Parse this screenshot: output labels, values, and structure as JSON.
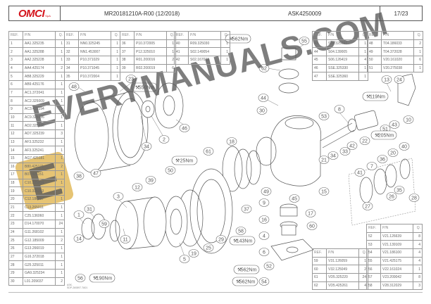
{
  "header": {
    "logo_text": "OMCI",
    "logo_suffix": "S.p.A.",
    "document_code": "MR20181210A-R00 (12/2018)",
    "kit_code": "ASK4250009",
    "page": "17/23"
  },
  "tables": [
    {
      "id": "t1",
      "columns": [
        "REF.",
        "P/N",
        "Q."
      ],
      "rows": [
        [
          "1",
          "AA1.325235",
          "1"
        ],
        [
          "2",
          "AA1.325288",
          "1"
        ],
        [
          "3",
          "AA2.325228",
          "1"
        ],
        [
          "4",
          "AA4.425174",
          "2"
        ],
        [
          "5",
          "AB8.325229",
          "1"
        ],
        [
          "6",
          "AB9.425176",
          "1"
        ],
        [
          "7",
          "AC1.372041",
          "1"
        ],
        [
          "8",
          "AC2.325009",
          "1"
        ],
        [
          "9",
          "AC3.425194",
          "1"
        ],
        [
          "10",
          "AC9.325026",
          "1"
        ],
        [
          "11",
          "AD2.325238",
          "1"
        ],
        [
          "12",
          "AD7.325239",
          "3"
        ],
        [
          "13",
          "AF3.325232",
          "1"
        ],
        [
          "14",
          "AF3.325241",
          "1"
        ],
        [
          "15",
          "AG7.425181",
          "1"
        ],
        [
          "16",
          "B80.425171",
          "2"
        ],
        [
          "17",
          "B07.425151",
          "1"
        ],
        [
          "18",
          "C10.225234",
          "1"
        ],
        [
          "19",
          "C10.325233",
          "1"
        ],
        [
          "20",
          "C12.186037",
          "1"
        ],
        [
          "21",
          "C13.265011",
          "1"
        ],
        [
          "22",
          "C25.136060",
          "1"
        ],
        [
          "23",
          "D14.170070",
          "24"
        ],
        [
          "24",
          "G11.268102",
          "1"
        ],
        [
          "25",
          "G12.185009",
          "2"
        ],
        [
          "26",
          "G13.266019",
          "1"
        ],
        [
          "27",
          "G16.372018",
          "1"
        ],
        [
          "28",
          "G25.325011",
          "1"
        ],
        [
          "29",
          "GA9.325234",
          "1"
        ],
        [
          "30",
          "L01.209037",
          "2"
        ]
      ]
    },
    {
      "id": "t2",
      "columns": [
        "REF.",
        "P/N",
        "Q."
      ],
      "rows": [
        [
          "31",
          "NN0.325245",
          "1"
        ],
        [
          "32",
          "NN1.453007",
          "1"
        ],
        [
          "33",
          "P10.371029",
          "1"
        ],
        [
          "34",
          "P10.371045",
          "1"
        ],
        [
          "35",
          "P10.372004",
          "1"
        ]
      ]
    },
    {
      "id": "t3",
      "columns": [
        "REF.",
        "P/N",
        "Q."
      ],
      "rows": [
        [
          "36",
          "P10.372005",
          "1"
        ],
        [
          "37",
          "P12.325010",
          "1"
        ],
        [
          "38",
          "R01.200016",
          "2"
        ],
        [
          "39",
          "R02.200019",
          "6"
        ]
      ]
    },
    {
      "id": "t4",
      "columns": [
        "REF.",
        "P/N",
        "Q."
      ],
      "rows": [
        [
          "40",
          "R09.325030",
          "1"
        ],
        [
          "41",
          "S02.149054",
          "1"
        ],
        [
          "42",
          "S02.167031",
          "1"
        ]
      ]
    },
    {
      "id": "t5",
      "columns": [
        "REF.",
        "P/N",
        "Q."
      ],
      "rows": [
        [
          "43",
          "S02.325027",
          "1"
        ],
        [
          "44",
          "S04.139005",
          "1"
        ],
        [
          "45",
          "S06.126419",
          "4"
        ],
        [
          "46",
          "SSE.325330",
          "1"
        ],
        [
          "47",
          "SSE.325360",
          "1"
        ]
      ]
    },
    {
      "id": "t6",
      "columns": [
        "REF.",
        "P/N",
        "Q."
      ],
      "rows": [
        [
          "48",
          "T04.186033",
          "2"
        ],
        [
          "49",
          "T04.372028",
          "1"
        ],
        [
          "50",
          "V20.161020",
          "6"
        ],
        [
          "51",
          "V20.275038",
          "1"
        ]
      ]
    },
    {
      "id": "t7",
      "columns": [
        "REF.",
        "P/N",
        "Q."
      ],
      "rows": [
        [
          "52",
          "V21.126639",
          "8"
        ],
        [
          "53",
          "V21.139109",
          "4"
        ],
        [
          "54",
          "V21.186100",
          "4"
        ],
        [
          "55",
          "V21.425175",
          "4"
        ],
        [
          "56",
          "V22.161024",
          "1"
        ],
        [
          "57",
          "V23.209042",
          "8"
        ],
        [
          "58",
          "V28.312029",
          "3"
        ]
      ]
    },
    {
      "id": "t8",
      "columns": [
        "REF.",
        "P/N",
        "Q."
      ],
      "rows": [
        [
          "59",
          "V31.126059",
          "1"
        ],
        [
          "60",
          "V32.125049",
          "2"
        ],
        [
          "61",
          "VD5.325220",
          "24"
        ],
        [
          "62",
          "VD5.425261",
          "4"
        ]
      ]
    }
  ],
  "drawing": {
    "callouts": [
      "48",
      "23",
      "46",
      "2",
      "47",
      "34",
      "61",
      "50",
      "55",
      "62",
      "44",
      "30",
      "53",
      "8",
      "13",
      "24",
      "10",
      "43",
      "51",
      "22",
      "42",
      "33",
      "34",
      "21",
      "18",
      "15",
      "49",
      "45",
      "9",
      "37",
      "40",
      "20",
      "36",
      "7",
      "41",
      "35",
      "26",
      "28",
      "27",
      "38",
      "39",
      "12",
      "3",
      "31",
      "1",
      "59",
      "14",
      "11",
      "5",
      "19",
      "25",
      "29",
      "58",
      "16",
      "4",
      "6",
      "52",
      "54",
      "56",
      "17",
      "60"
    ],
    "torques": [
      "550Nm",
      "25Nm",
      "562Nm",
      "119Nm",
      "205Nm",
      "143Nm",
      "562Nm",
      "562Nm",
      "190Nm"
    ],
    "drawing_code": "ASK.\nSDP-260897-TA01"
  },
  "watermark": {
    "text": "EVERYMANUALS.COM",
    "logo_letter": "E"
  },
  "colors": {
    "brand_red": "#d4141c",
    "watermark_gold": "#deb046",
    "line": "#555555"
  }
}
